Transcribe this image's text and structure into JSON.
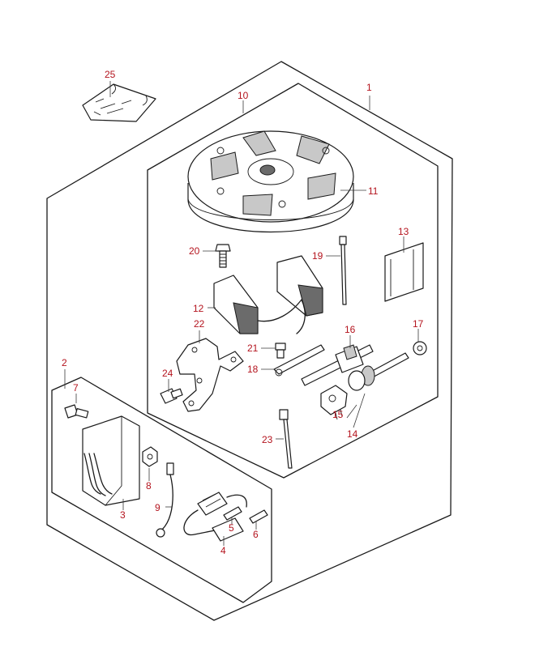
{
  "colors": {
    "callout": "#b4141e",
    "line": "#1a1a1a",
    "background": "#ffffff"
  },
  "callouts": {
    "c1": "1",
    "c2": "2",
    "c3": "3",
    "c4": "4",
    "c5": "5",
    "c6": "6",
    "c7": "7",
    "c8": "8",
    "c9": "9",
    "c10": "10",
    "c11": "11",
    "c12": "12",
    "c13": "13",
    "c14": "14",
    "c15": "15",
    "c16": "16",
    "c17": "17",
    "c18": "18",
    "c19": "19",
    "c20": "20",
    "c21": "21",
    "c22": "22",
    "c23": "23",
    "c24": "24",
    "c25": "25"
  },
  "parts_depicted": [
    "label-sheet-icon",
    "flywheel-icon",
    "coil-pair-icon",
    "bracket-icon",
    "bolt-icon",
    "cable-tie-icon",
    "tape-icon",
    "connector-icon",
    "washer-icon",
    "rectifier-icon",
    "nut-icon",
    "ground-wire-icon",
    "fuse-holder-icon",
    "fuse-icon"
  ]
}
